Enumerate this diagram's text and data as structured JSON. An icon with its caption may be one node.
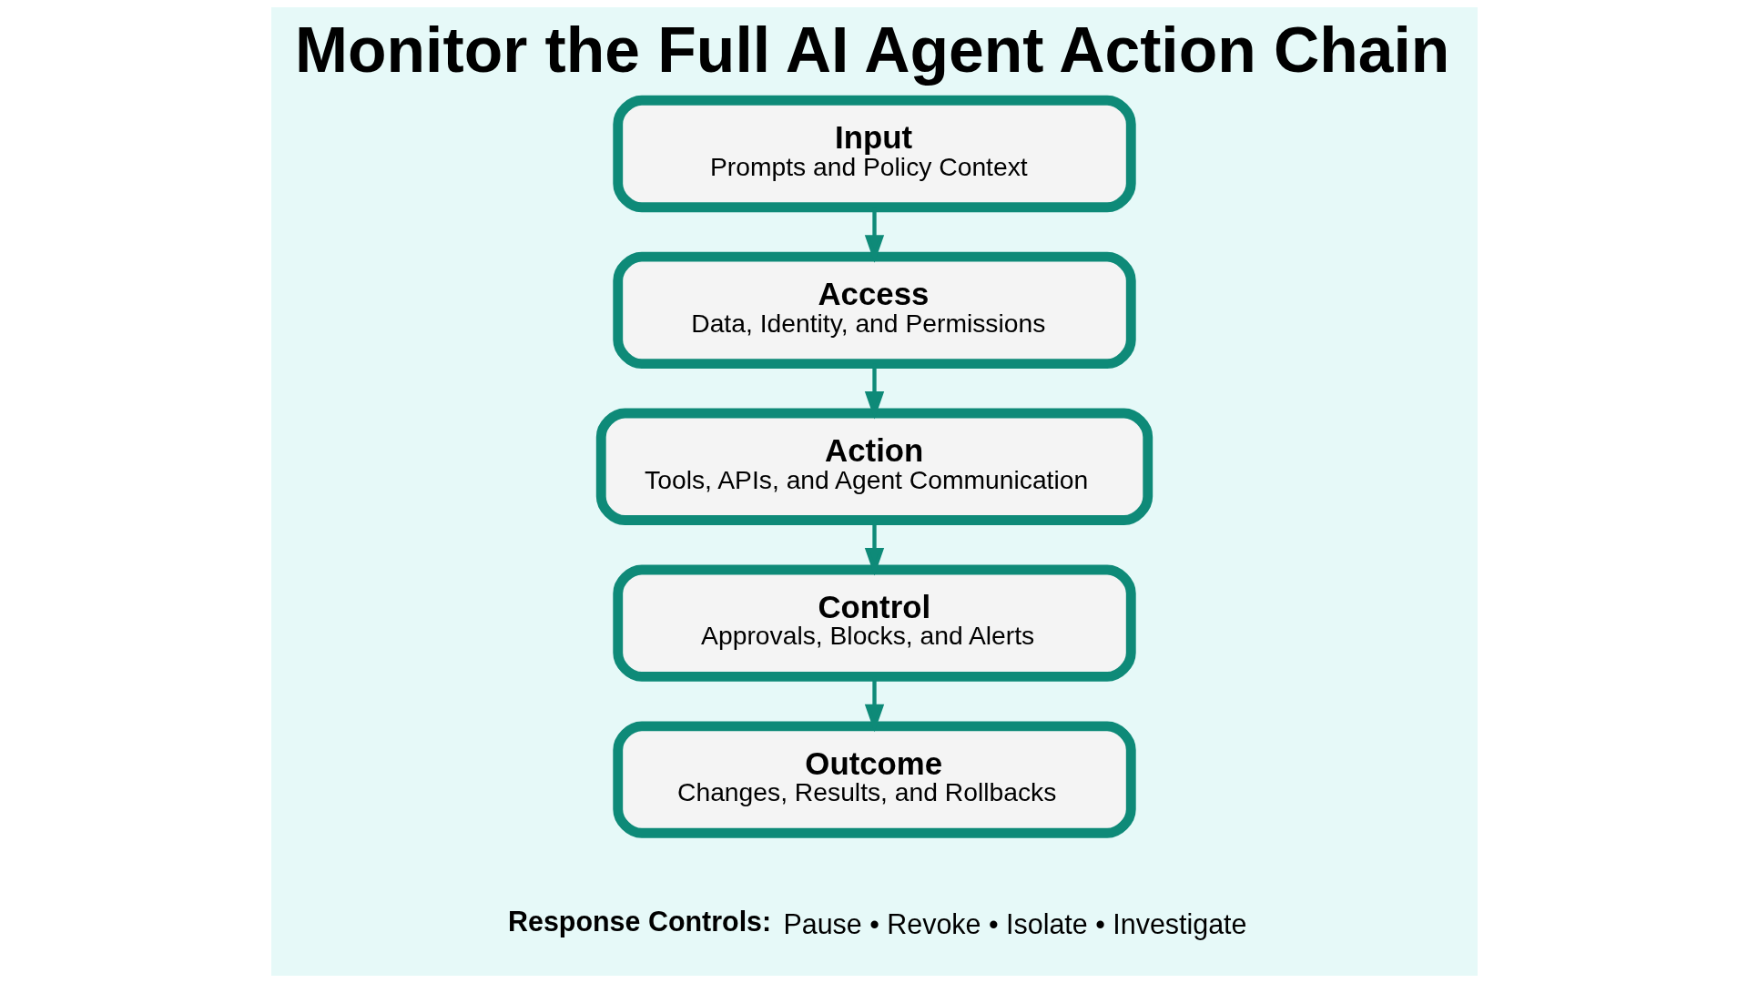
{
  "diagram": {
    "title": "Monitor the Full AI Agent Action Chain",
    "nodes": [
      {
        "text": [
          "Input",
          "Prompts and Policy Context"
        ]
      },
      {
        "text": [
          "Access",
          "Data, Identity, and Permissions"
        ]
      },
      {
        "text": [
          "Action",
          "Tools, APIs, and Agent Communication"
        ]
      },
      {
        "text": [
          "Control",
          "Approvals, Blocks, and Alerts"
        ]
      },
      {
        "text": [
          "Outcome",
          "Changes, Results, and Rollbacks"
        ]
      }
    ],
    "edges": [
      {
        "from": 0,
        "to": 1,
        "arrow": "to"
      },
      {
        "from": 1,
        "to": 2,
        "arrow": "to"
      },
      {
        "from": 2,
        "to": 3,
        "arrow": "to"
      },
      {
        "from": 3,
        "to": 4,
        "arrow": "to"
      }
    ],
    "labels": [
      "**Response Controls:** Pause • Revoke • Isolate • Investigate"
    ]
  }
}
